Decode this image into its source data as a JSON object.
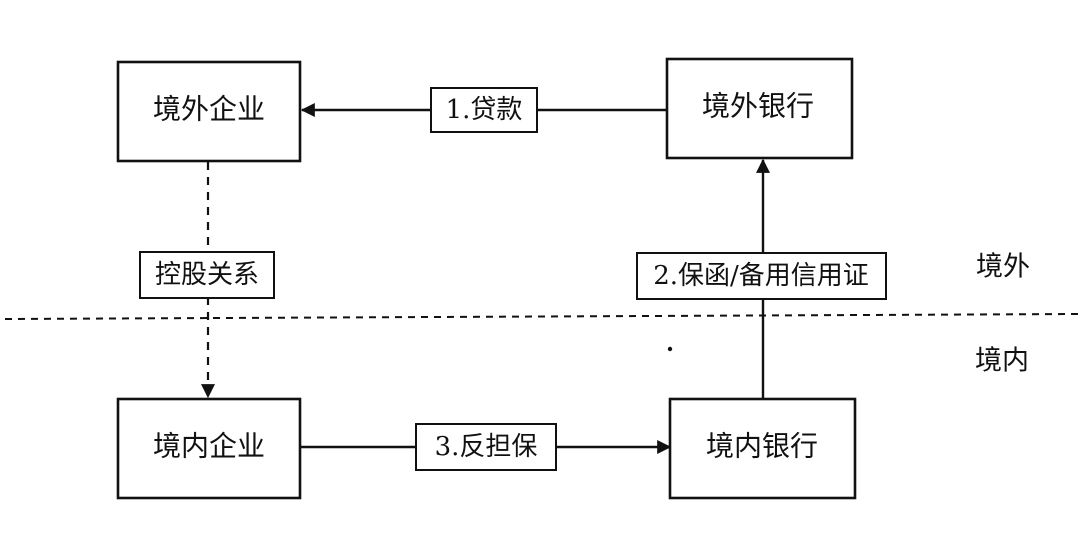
{
  "diagram": {
    "nodes": {
      "overseas_company": "境外企业",
      "overseas_bank": "境外银行",
      "domestic_company": "境内企业",
      "domestic_bank": "境内银行"
    },
    "edges": {
      "loan": "1.贷款",
      "guarantee": "2.保函/备用信用证",
      "counter_guarantee": "3.反担保",
      "holding": "控股关系"
    },
    "regions": {
      "overseas": "境外",
      "domestic": "境内"
    }
  }
}
